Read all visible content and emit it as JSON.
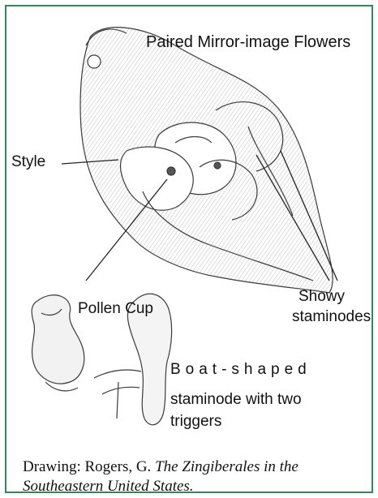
{
  "labels": {
    "paired_flowers": "Paired Mirror-image Flowers",
    "style": "Style",
    "pollen_cup": "Pollen Cup",
    "showy_staminodes_1": "Showy",
    "showy_staminodes_2": "staminodes",
    "boat_staminode_1": "Boat-shaped",
    "boat_staminode_2": "staminode with two",
    "boat_staminode_3": "triggers"
  },
  "caption": {
    "prefix": "Drawing: Rogers, G. ",
    "title": "The Zingiberales in the Southeastern United States."
  },
  "colors": {
    "frame": "#2f8a57",
    "ink": "#3a3a3a",
    "shade": "#cfcfcf"
  }
}
